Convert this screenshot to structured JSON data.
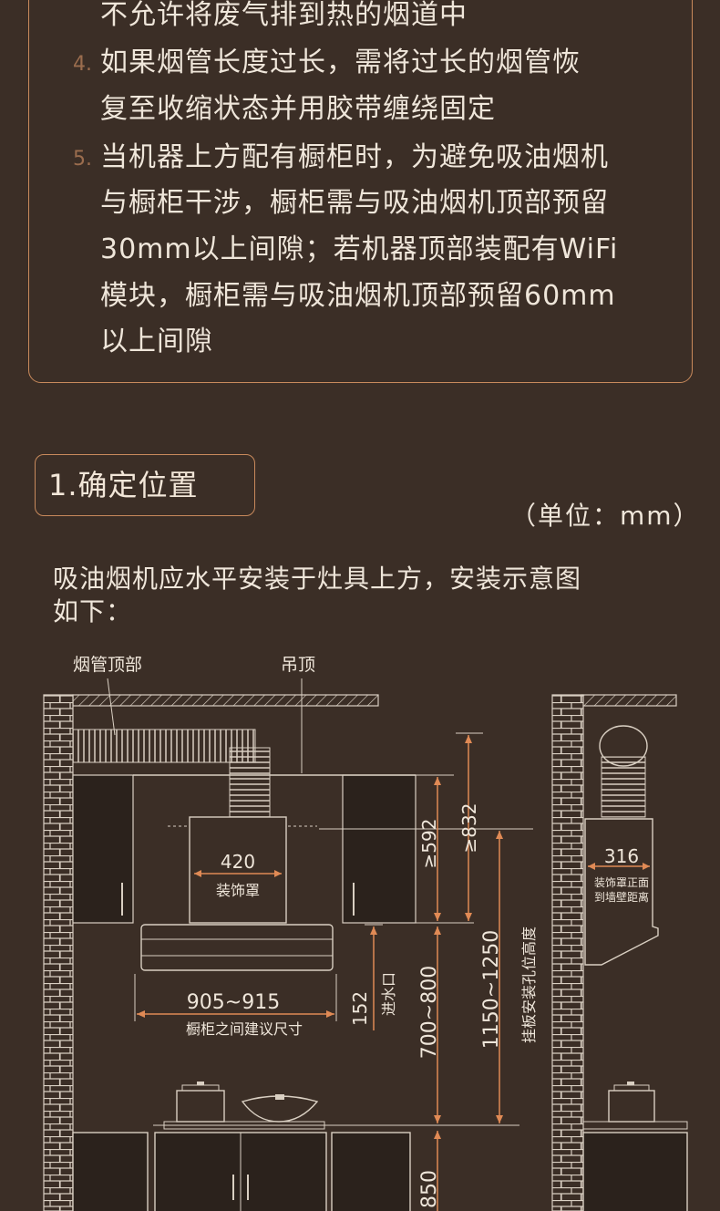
{
  "notes": {
    "line_top": "不允许将废气排到热的烟道中",
    "item4_number": "4.",
    "item4_lines": [
      "如果烟管长度过长，需将过长的烟管恢",
      "复至收缩状态并用胶带缠绕固定"
    ],
    "item5_number": "5.",
    "item5_lines": [
      "当机器上方配有橱柜时，为避免吸油烟机",
      "与橱柜干涉，橱柜需与吸油烟机顶部预留",
      "30mm以上间隙；若机器顶部装配有WiFi",
      "模块，橱柜需与吸油烟机顶部预留60mm",
      "以上间隙"
    ]
  },
  "section": {
    "title": "1.确定位置",
    "unit": "（单位：mm）",
    "description_lines": [
      "吸油烟机应水平安装于灶具上方，安装示意图",
      "如下："
    ]
  },
  "diagram": {
    "label_duct_top": "烟管顶部",
    "label_ceiling": "吊顶",
    "cover_width": "420",
    "cover_label": "装饰罩",
    "hood_span": "905~915",
    "hood_span_caption": "橱柜之间建议尺寸",
    "inlet_height": "152",
    "inlet_label": "进水口",
    "dim_592": "≥592",
    "dim_832": "≥832",
    "dim_700_800": "700~800",
    "dim_1150_1250": "1150~1250",
    "plate_caption": "挂板安装孔位高度",
    "dim_850": "850",
    "side_depth": "316",
    "side_caption_1": "装饰罩正面",
    "side_caption_2": "到墙壁距离"
  },
  "colors": {
    "background": "#3b2e26",
    "accent": "#c98a5c",
    "dimension": "#e08a55",
    "text": "#efe6da"
  }
}
